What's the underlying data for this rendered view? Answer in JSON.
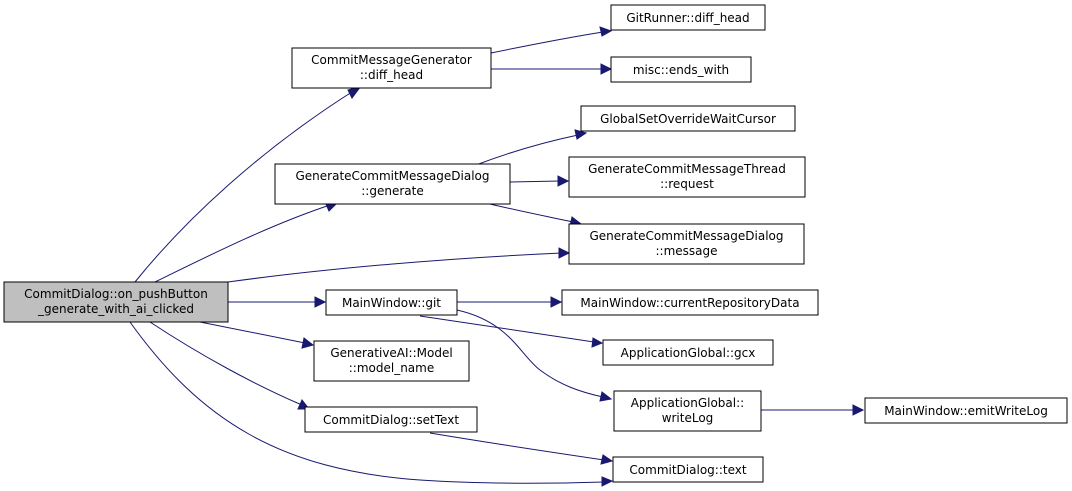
{
  "colors": {
    "node_fill": "#ffffff",
    "root_fill": "#bfbfbf",
    "node_border": "#000000",
    "edge_color": "#191970"
  },
  "nodes": {
    "root": {
      "line1": "CommitDialog::on_pushButton",
      "line2": "_generate_with_ai_clicked"
    },
    "cmg_diff_head": {
      "line1": "CommitMessageGenerator",
      "line2": "::diff_head"
    },
    "gitrunner_diff_head": {
      "line1": "GitRunner::diff_head"
    },
    "misc_ends_with": {
      "line1": "misc::ends_with"
    },
    "global_wait_cursor": {
      "line1": "GlobalSetOverrideWaitCursor"
    },
    "gcmd_generate": {
      "line1": "GenerateCommitMessageDialog",
      "line2": "::generate"
    },
    "gcmt_request": {
      "line1": "GenerateCommitMessageThread",
      "line2": "::request"
    },
    "gcmd_message": {
      "line1": "GenerateCommitMessageDialog",
      "line2": "::message"
    },
    "mainwindow_git": {
      "line1": "MainWindow::git"
    },
    "mainwindow_current_repo": {
      "line1": "MainWindow::currentRepositoryData"
    },
    "appglobal_gcx": {
      "line1": "ApplicationGlobal::gcx"
    },
    "genai_model_name": {
      "line1": "GenerativeAI::Model",
      "line2": "::model_name"
    },
    "appglobal_writelog": {
      "line1": "ApplicationGlobal::",
      "line2": "writeLog"
    },
    "mainwindow_emitwritelog": {
      "line1": "MainWindow::emitWriteLog"
    },
    "commitdialog_settext": {
      "line1": "CommitDialog::setText"
    },
    "commitdialog_text": {
      "line1": "CommitDialog::text"
    }
  }
}
